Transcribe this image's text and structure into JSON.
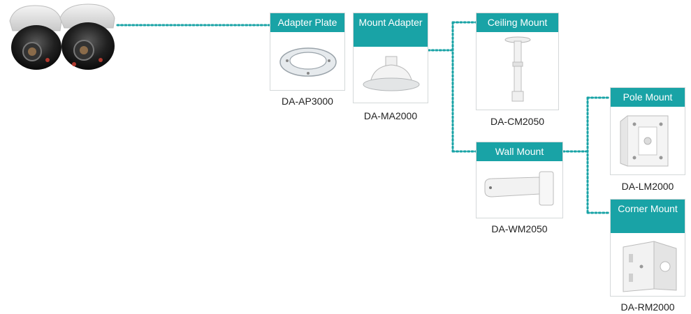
{
  "accent_color": "#19a3a6",
  "camera": {
    "icon": "dome-camera-pair-icon"
  },
  "products": [
    {
      "id": "adapter-plate",
      "title": "Adapter Plate",
      "model": "DA-AP3000",
      "icon": "adapter-plate-icon"
    },
    {
      "id": "mount-adapter",
      "title": "Mount Adapter",
      "model": "DA-MA2000",
      "icon": "mount-adapter-icon"
    },
    {
      "id": "ceiling-mount",
      "title": "Ceiling Mount",
      "model": "DA-CM2050",
      "icon": "ceiling-mount-icon"
    },
    {
      "id": "wall-mount",
      "title": "Wall Mount",
      "model": "DA-WM2050",
      "icon": "wall-mount-icon"
    },
    {
      "id": "pole-mount",
      "title": "Pole Mount",
      "model": "DA-LM2000",
      "icon": "pole-mount-icon"
    },
    {
      "id": "corner-mount",
      "title": "Corner Mount",
      "model": "DA-RM2000",
      "icon": "corner-mount-icon"
    }
  ]
}
